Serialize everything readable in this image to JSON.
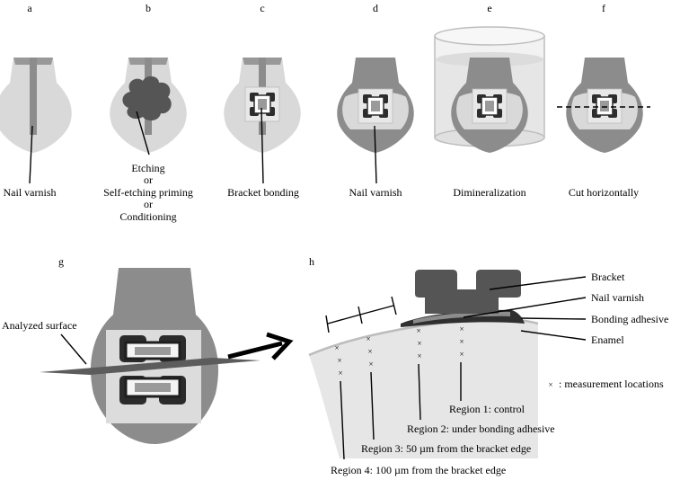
{
  "panel_letters": [
    "a",
    "b",
    "c",
    "d",
    "e",
    "f",
    "g",
    "h"
  ],
  "step_labels": {
    "a": "Nail varnish",
    "b": [
      "Etching",
      "or",
      "Self-etching priming",
      "or",
      "Conditioning"
    ],
    "c": "Bracket bonding",
    "d": "Nail varnish",
    "e": "Dimineralization",
    "f": "Cut horizontally"
  },
  "g": {
    "analyzed_surface_label": "Analyzed surface"
  },
  "h": {
    "callouts": [
      "Bracket",
      "Nail varnish",
      "Bonding adhesive",
      "Enamel"
    ],
    "legend_marker": "×",
    "legend_text": ": measurement locations",
    "regions": [
      "Region 1: control",
      "Region 2: under bonding adhesive",
      "Region 3: 50 µm from the bracket edge",
      "Region 4: 100 µm from the bracket edge"
    ]
  },
  "colors": {
    "tooth_light": "#d9d9d9",
    "tooth_dark": "#8c8c8c",
    "varnish": "#8c8c8c",
    "etch_blob": "#555555",
    "bracket_dark": "#4a4a4a",
    "solution_fill": "#e6e6e6"
  }
}
